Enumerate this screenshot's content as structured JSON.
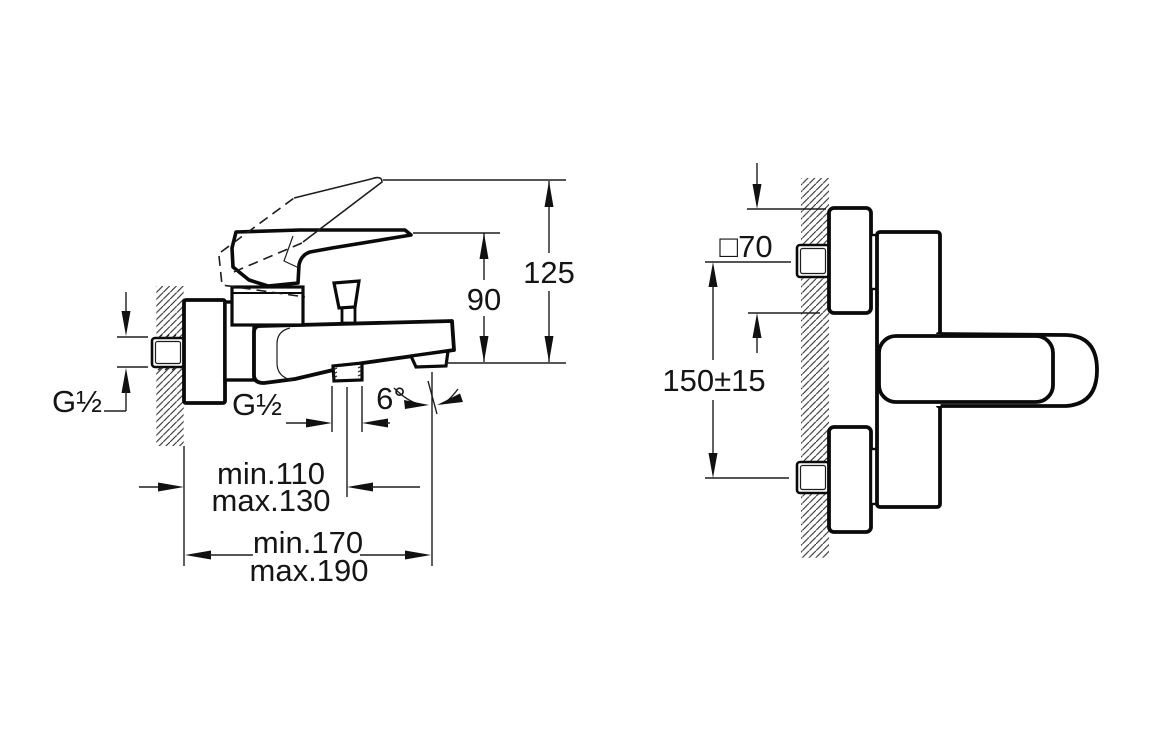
{
  "drawing": {
    "type": "technical-dimension-drawing",
    "subject": "wall-mounted bath/shower mixer faucet",
    "background": "#ffffff",
    "line_color": "#111111"
  },
  "side_view": {
    "labels": {
      "wall_thread": "G½",
      "shower_outlet_thread": "G½",
      "handle_height": "90",
      "total_height": "125",
      "spout_angle": "6°",
      "outlet_distance_min": "min.110",
      "outlet_distance_max": "max.130",
      "spout_reach_min": "min.170",
      "spout_reach_max": "max.190"
    }
  },
  "top_view": {
    "labels": {
      "escutcheon_size": "□70",
      "inlet_spacing": "150±15"
    }
  }
}
